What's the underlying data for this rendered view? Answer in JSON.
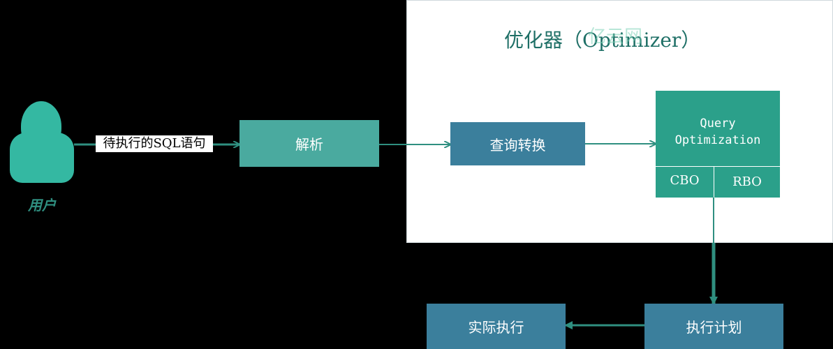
{
  "user": {
    "label": "用户"
  },
  "sql_label": "待执行的SQL语句",
  "parse_box": {
    "label": "解析"
  },
  "optimizer": {
    "title": "优化器（Optimizer）",
    "watermark": "亿云网",
    "query_transform": {
      "label": "查询转换"
    },
    "query_optimization": {
      "title": "Query\nOptimization",
      "cbo": "CBO",
      "rbo": "RBO"
    }
  },
  "execution_plan": {
    "label": "执行计划"
  },
  "actual_execution": {
    "label": "实际执行"
  },
  "colors": {
    "user": "#34b8a2",
    "parse": "#4aaa9f",
    "query_transform": "#3b7f9c",
    "query_optimization": "#2ba08a",
    "arrow": "#2f8f80"
  }
}
